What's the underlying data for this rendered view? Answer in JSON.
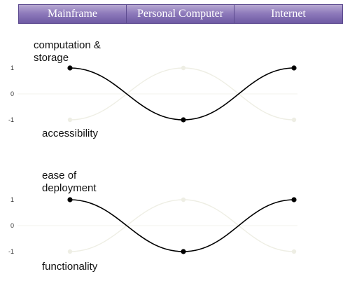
{
  "header": {
    "tabs": [
      "Mainframe",
      "Personal Computer",
      "Internet"
    ],
    "colors": {
      "gradient_top": "#b7a9d2",
      "gradient_bottom": "#6e5aa3",
      "text": "#ffffff"
    }
  },
  "chart_data": [
    {
      "type": "line",
      "top_label": "computation &\nstorage",
      "bottom_label": "accessibility",
      "y_ticks": [
        "1",
        "0",
        "-1"
      ],
      "ylim": [
        -1,
        1
      ],
      "x": [
        0,
        1,
        2
      ],
      "series": [
        {
          "values": [
            1,
            -1,
            1
          ],
          "color": "#000000",
          "emphasis": "primary"
        },
        {
          "values": [
            -1,
            1,
            -1
          ],
          "color": "#eeeee4",
          "emphasis": "faded"
        }
      ]
    },
    {
      "type": "line",
      "top_label": "ease of\ndeployment",
      "bottom_label": "functionality",
      "y_ticks": [
        "1",
        "0",
        "-1"
      ],
      "ylim": [
        -1,
        1
      ],
      "x": [
        0,
        1,
        2
      ],
      "series": [
        {
          "values": [
            1,
            -1,
            1
          ],
          "color": "#000000",
          "emphasis": "primary"
        },
        {
          "values": [
            -1,
            1,
            -1
          ],
          "color": "#eeeee4",
          "emphasis": "faded"
        }
      ]
    }
  ]
}
